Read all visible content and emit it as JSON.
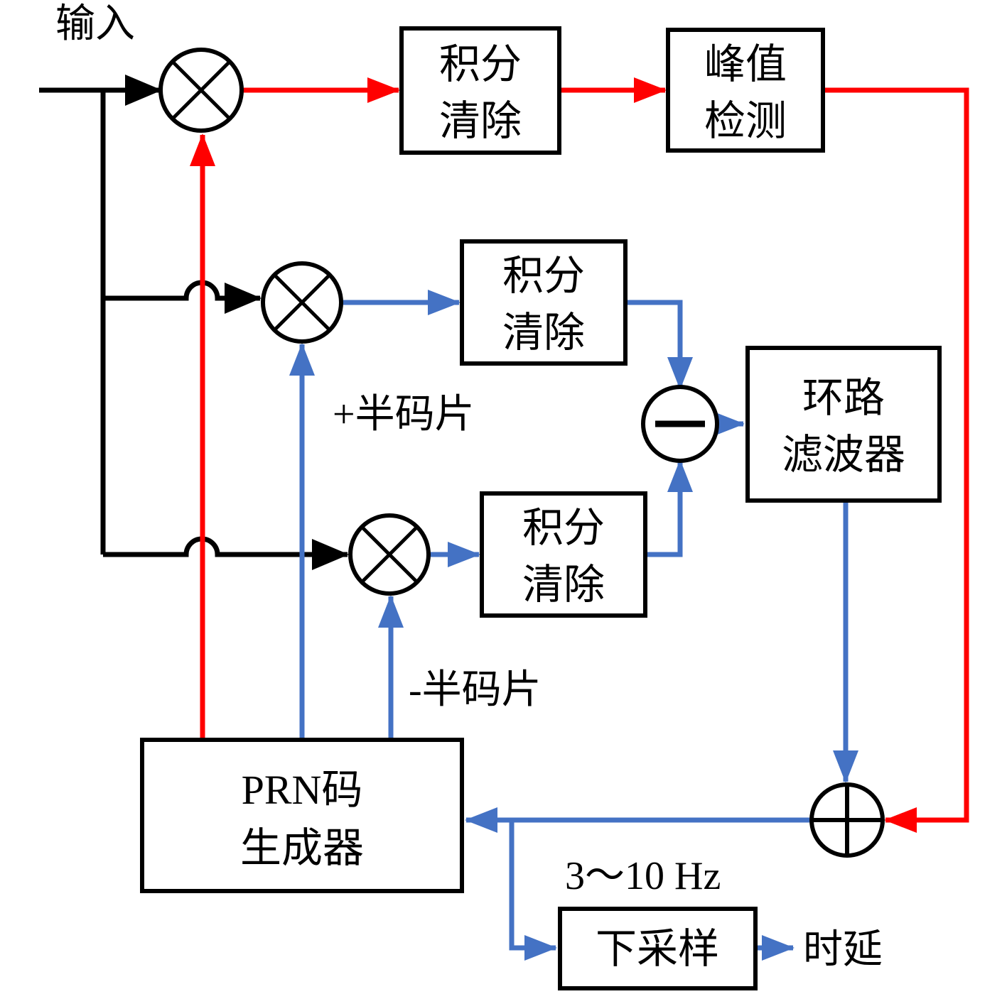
{
  "diagram": {
    "labels": {
      "input": "输入",
      "plus_half_chip": "+半码片",
      "minus_half_chip": "-半码片",
      "sample_rate": "3～10 Hz",
      "delay_output": "时延"
    },
    "blocks": {
      "integrate_dump_prompt": {
        "line1": "积分",
        "line2": "清除"
      },
      "peak_detect": {
        "line1": "峰值",
        "line2": "检测"
      },
      "integrate_dump_early": {
        "line1": "积分",
        "line2": "清除"
      },
      "integrate_dump_late": {
        "line1": "积分",
        "line2": "清除"
      },
      "loop_filter": {
        "line1": "环路",
        "line2": "滤波器"
      },
      "prn_generator": {
        "line1": "PRN码",
        "line2": "生成器"
      },
      "downsampler": {
        "label": "下采样"
      }
    },
    "colors": {
      "signal_red": "#ff0000",
      "signal_blue": "#4472c4",
      "signal_black": "#000000"
    }
  }
}
